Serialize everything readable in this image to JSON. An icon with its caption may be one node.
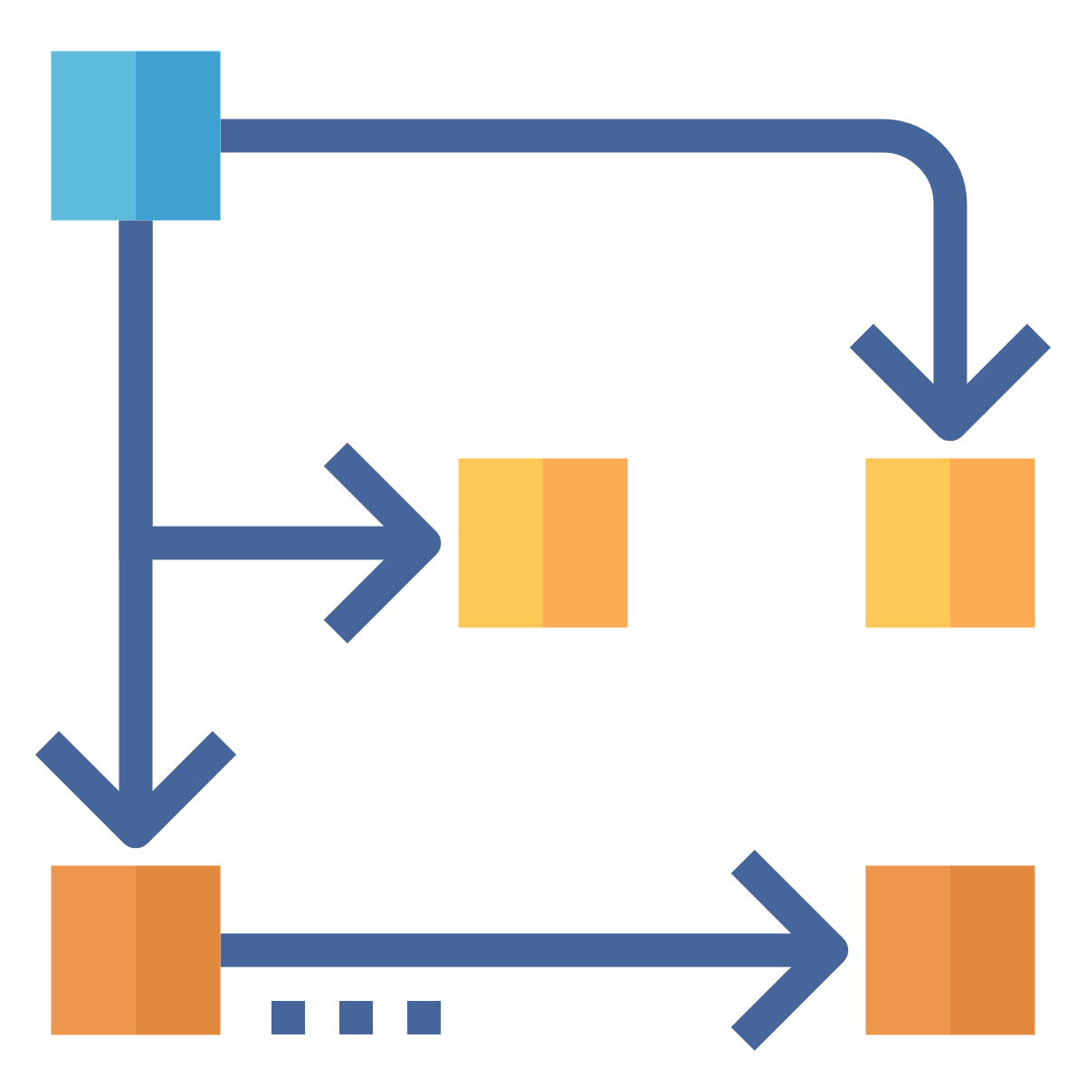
{
  "diagram": {
    "nodes": [
      {
        "text": [],
        "shape": "box"
      },
      {
        "text": [],
        "shape": "box"
      },
      {
        "text": [],
        "shape": "box"
      },
      {
        "text": [],
        "shape": "box"
      },
      {
        "text": [],
        "shape": "box"
      }
    ],
    "edges": [
      {
        "from": 0,
        "to": 2,
        "arrow": "to"
      },
      {
        "from": 0,
        "to": 1,
        "arrow": "to"
      },
      {
        "from": 0,
        "to": 3,
        "arrow": "to"
      },
      {
        "from": 3,
        "to": 4,
        "arrow": "to"
      }
    ]
  }
}
